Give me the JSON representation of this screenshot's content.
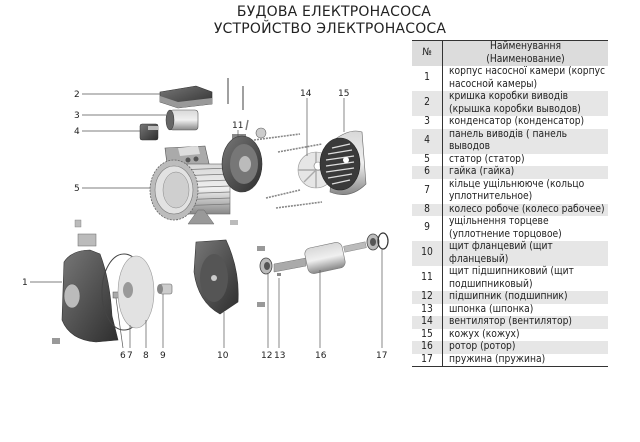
{
  "title": {
    "line1": "БУДОВА ЕЛЕКТРОНАСОСА",
    "line2": "УСТРОЙСТВО ЭЛЕКТРОНАСОСА"
  },
  "table": {
    "header": {
      "num": "№",
      "name_line1": "Найменування",
      "name_line2": "(Наименование)"
    },
    "rows": [
      {
        "num": "1",
        "name": "корпус насосної камери (корпус насосной камеры)"
      },
      {
        "num": "2",
        "name": "кришка коробки виводів (крышка коробки выводов)"
      },
      {
        "num": "3",
        "name": "конденсатор (конденсатор)"
      },
      {
        "num": "4",
        "name": "панель виводів ( панель выводов"
      },
      {
        "num": "5",
        "name": "статор (статор)"
      },
      {
        "num": "6",
        "name": "гайка (гайка)"
      },
      {
        "num": "7",
        "name": "кільце ущільнююче (кольцо уплотнительное)"
      },
      {
        "num": "8",
        "name": "колесо робоче (колесо рабочее)"
      },
      {
        "num": "9",
        "name": "ущільнення торцеве (уплотнение торцовое)"
      },
      {
        "num": "10",
        "name": "щит фланцевий (щит фланцевый)"
      },
      {
        "num": "11",
        "name": "щит підшипниковий (щит подшипниковый)"
      },
      {
        "num": "12",
        "name": "підшипник (подшипник)"
      },
      {
        "num": "13",
        "name": "шпонка (шпонка)"
      },
      {
        "num": "14",
        "name": "вентилятор (вентилятор)"
      },
      {
        "num": "15",
        "name": "кожух (кожух)"
      },
      {
        "num": "16",
        "name": "ротор (ротор)"
      },
      {
        "num": "17",
        "name": "пружина (пружина)"
      }
    ]
  },
  "diagram": {
    "labels": {
      "p1": "1",
      "p2": "2",
      "p3": "3",
      "p4": "4",
      "p5": "5",
      "p6": "6",
      "p7": "7",
      "p8": "8",
      "p9": "9",
      "p10": "10",
      "p11": "11",
      "p12": "12",
      "p13": "13",
      "p14": "14",
      "p15": "15",
      "p16": "16",
      "p17": "17"
    }
  }
}
